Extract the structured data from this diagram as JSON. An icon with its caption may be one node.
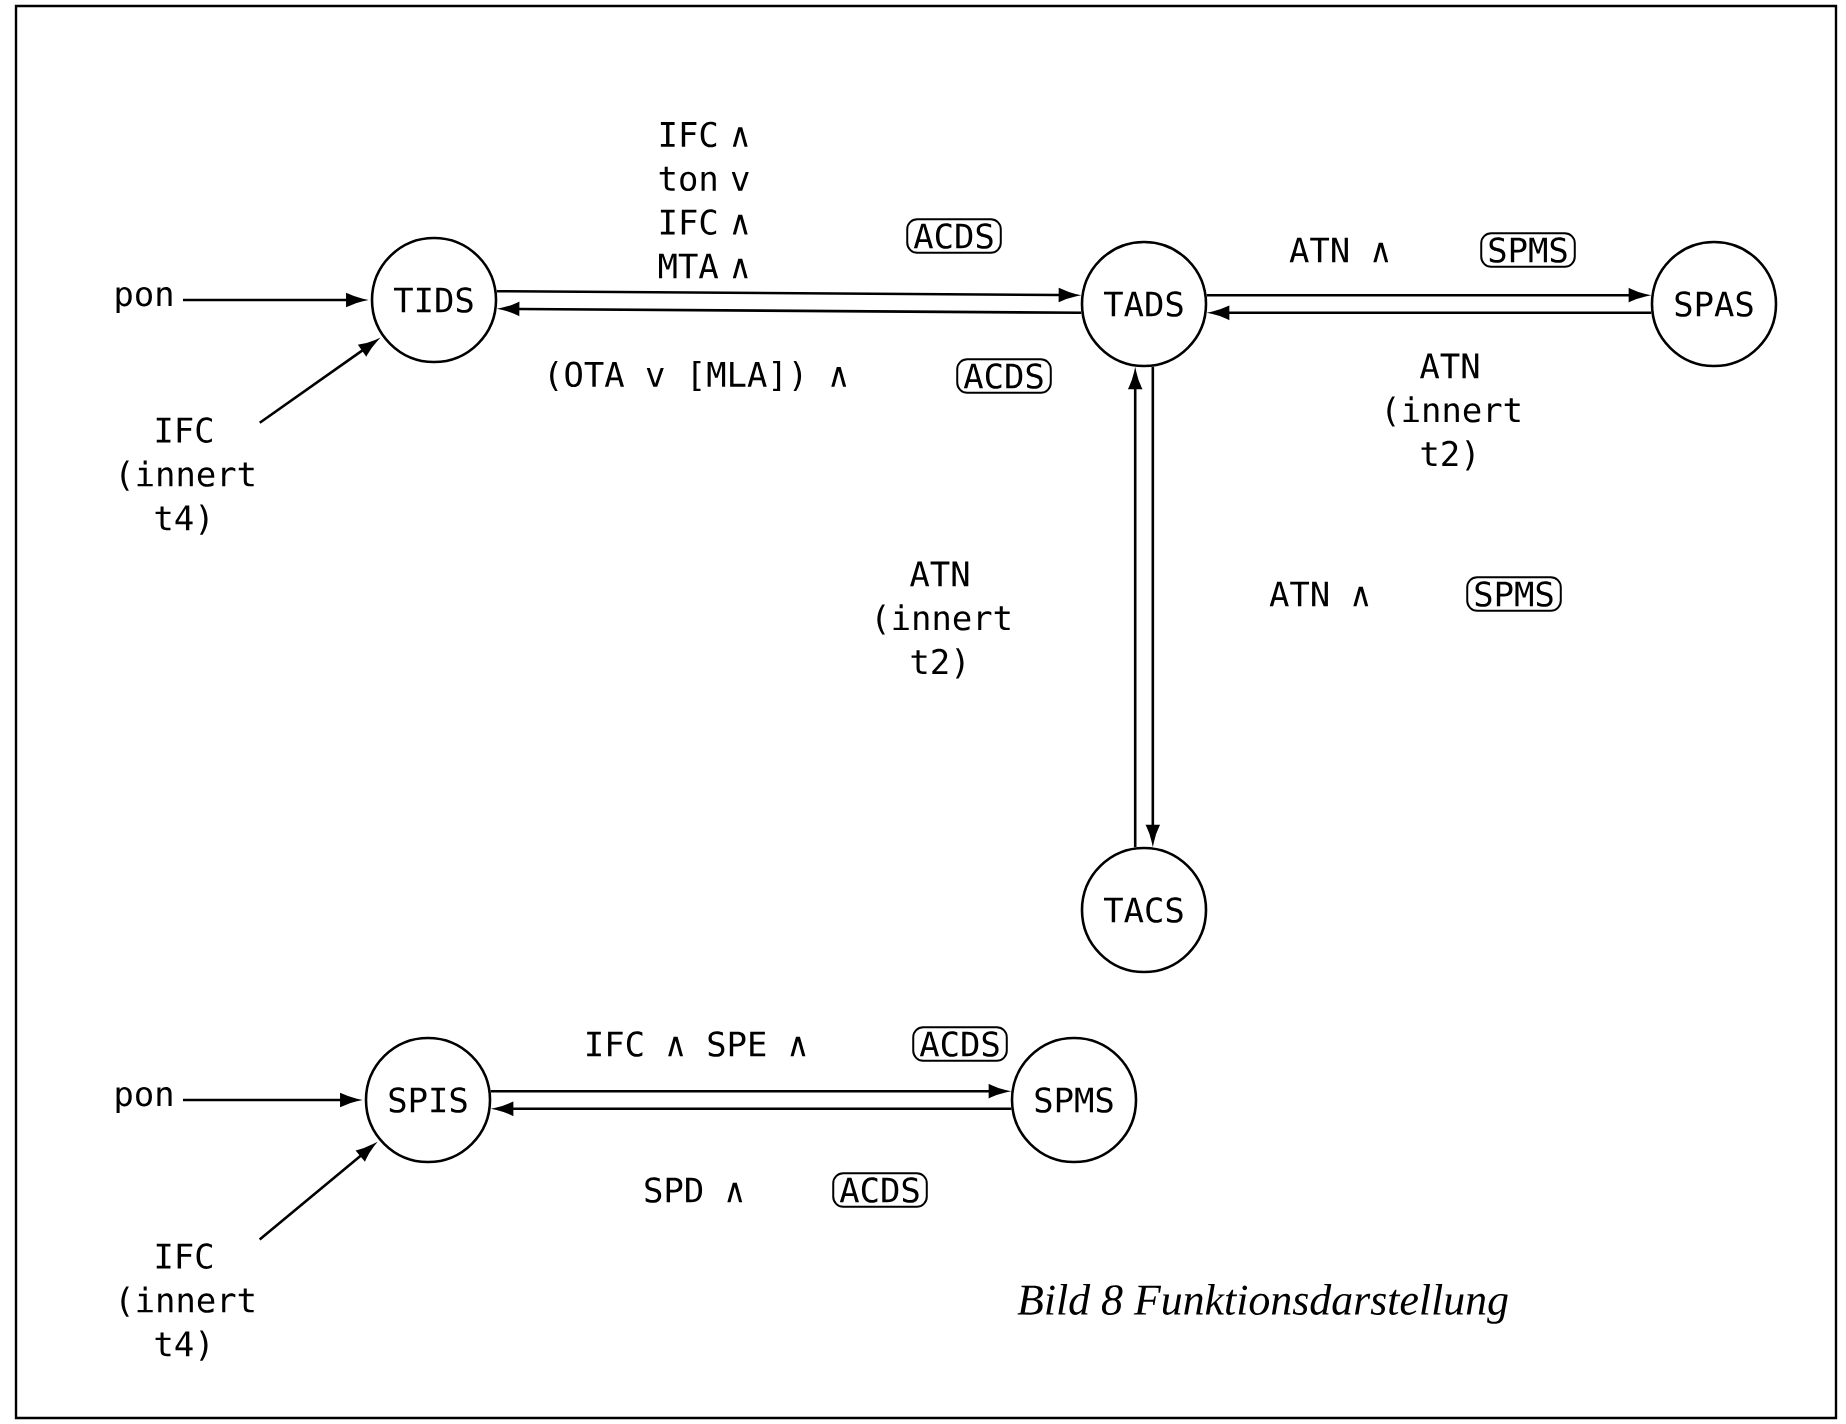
{
  "diagram": {
    "caption": "Bild 8 Funktionsdarstellung",
    "nodes": [
      {
        "text": [
          "pon"
        ]
      },
      {
        "text": [
          "TIDS"
        ]
      },
      {
        "text": [
          "IFC (innert t4)"
        ]
      },
      {
        "text": [
          "TADS"
        ]
      },
      {
        "text": [
          "SPAS"
        ]
      },
      {
        "text": [
          "TACS"
        ]
      },
      {
        "text": [
          "pon"
        ]
      },
      {
        "text": [
          "SPIS"
        ]
      },
      {
        "text": [
          "IFC (innert t4)"
        ]
      },
      {
        "text": [
          "SPMS"
        ]
      }
    ],
    "edges": [
      {
        "from": 0,
        "to": 1,
        "arrow": "to"
      },
      {
        "from": 2,
        "to": 1,
        "arrow": "to"
      },
      {
        "from": 1,
        "to": 3,
        "arrow": "to",
        "label": "IFC ∧ ton v IFC ∧ MTA ∧"
      },
      {
        "from": 3,
        "to": 1,
        "arrow": "to",
        "label": "(OTA v [MLA]) ∧"
      },
      {
        "from": 3,
        "to": 4,
        "arrow": "to",
        "label": "ATN ∧"
      },
      {
        "from": 4,
        "to": 3,
        "arrow": "to",
        "label": "ATN (innert t2)"
      },
      {
        "from": 5,
        "to": 3,
        "arrow": "to",
        "label": "ATN (innert t2)"
      },
      {
        "from": 3,
        "to": 5,
        "arrow": "to",
        "label": "ATN ∧"
      },
      {
        "from": 6,
        "to": 7,
        "arrow": "to"
      },
      {
        "from": 8,
        "to": 7,
        "arrow": "to"
      },
      {
        "from": 7,
        "to": 9,
        "arrow": "to",
        "label": "IFC ∧ SPE ∧"
      },
      {
        "from": 9,
        "to": 7,
        "arrow": "to",
        "label": "SPD ∧"
      }
    ],
    "labels": [
      "ACDS",
      "SPMS",
      "ACDS",
      "SPMS",
      "ACDS",
      "ACDS"
    ]
  }
}
